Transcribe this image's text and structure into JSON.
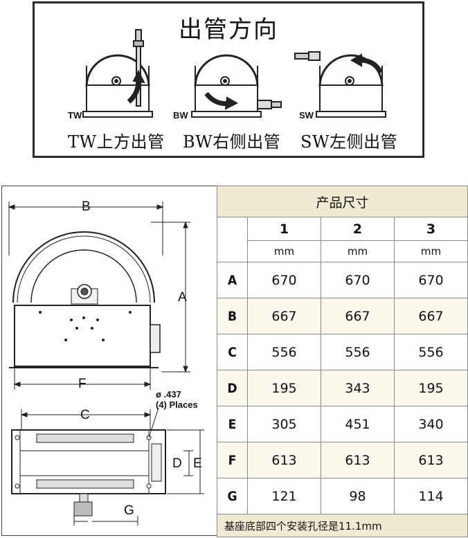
{
  "outlet": {
    "title": "出管方向",
    "variants": [
      {
        "code": "TW",
        "caption": "TW上方出管"
      },
      {
        "code": "BW",
        "caption": "BW右侧出管"
      },
      {
        "code": "SW",
        "caption": "SW左侧出管"
      }
    ]
  },
  "drawing": {
    "labels": {
      "A": "A",
      "B": "B",
      "C": "C",
      "D": "D",
      "E": "E",
      "F": "F",
      "G": "G"
    },
    "hole_note_line1": "ø .437",
    "hole_note_line2": "(4) Places"
  },
  "table": {
    "title": "产品尺寸",
    "columns": [
      "1",
      "2",
      "3"
    ],
    "unit": "mm",
    "rows": [
      {
        "label": "A",
        "values": [
          "670",
          "670",
          "670"
        ]
      },
      {
        "label": "B",
        "values": [
          "667",
          "667",
          "667"
        ]
      },
      {
        "label": "C",
        "values": [
          "556",
          "556",
          "556"
        ]
      },
      {
        "label": "D",
        "values": [
          "195",
          "343",
          "195"
        ]
      },
      {
        "label": "E",
        "values": [
          "305",
          "451",
          "340"
        ]
      },
      {
        "label": "F",
        "values": [
          "613",
          "613",
          "613"
        ]
      },
      {
        "label": "G",
        "values": [
          "121",
          "98",
          "114"
        ]
      }
    ],
    "footnote": "基座底部四个安装孔径是11.1mm"
  }
}
